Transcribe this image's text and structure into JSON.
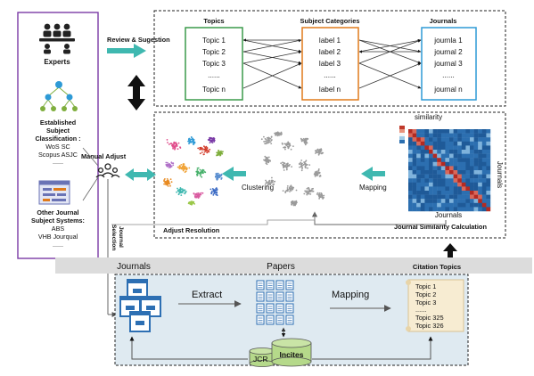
{
  "left_panel": {
    "experts": "Experts",
    "established_lines": [
      "Established",
      "Subject",
      "Classification :"
    ],
    "wos": "WoS SC",
    "scopus": "Scopus ASJC",
    "established_dots": "......",
    "other_lines": [
      "Other Journal",
      "Subject Systems:"
    ],
    "abs": "ABS",
    "vhb": "VHB Jourqual",
    "other_dots": "......"
  },
  "review_label": "Review & Sugestion",
  "manual_adjust": "Manual Adjust",
  "journal_selection_lines": [
    "Journal",
    "Selection"
  ],
  "top_box": {
    "topics_title": "Topics",
    "subjects_title": "Subject Categories",
    "journals_title": "Journals",
    "topics": [
      "Topic 1",
      "Topic 2",
      "Topic 3",
      "......",
      "Topic n"
    ],
    "labels": [
      "label 1",
      "label 2",
      "label 3",
      "......",
      "label n"
    ],
    "journals": [
      "journla 1",
      "journal 2",
      "journal 3",
      "......",
      "journal n"
    ]
  },
  "middle_box": {
    "clustering": "Clustering",
    "mapping": "Mapping",
    "adjust_resolution": "Adjust Resolution",
    "similarity": "similarity",
    "journals_right": "Journals",
    "journals_bottom": "Journals",
    "calc_title": "Journal Similarity Calculation"
  },
  "gray_bar": {
    "journals": "Journals",
    "papers": "Papers",
    "citation_topics": "Citation Topics"
  },
  "bottom_box": {
    "extract": "Extract",
    "mapping": "Mapping",
    "jcr": "JCR",
    "incites": "Incites",
    "topics": [
      "Topic 1",
      "Topic 2",
      "Topic 3",
      "......",
      "Topic 325",
      "Topic 326"
    ]
  },
  "colors": {
    "teal_arrow": "#3fb8b0",
    "topics_border": "#3a9a4a",
    "subjects_border": "#e07a1a",
    "journals_border": "#2e9ad6",
    "purple_border": "#7a3aa6",
    "doc_blue": "#2d6fb3",
    "db_green": "#b5d98a",
    "bottom_bg": "#dfeaf1",
    "gray_bar": "#dcdcdc"
  }
}
